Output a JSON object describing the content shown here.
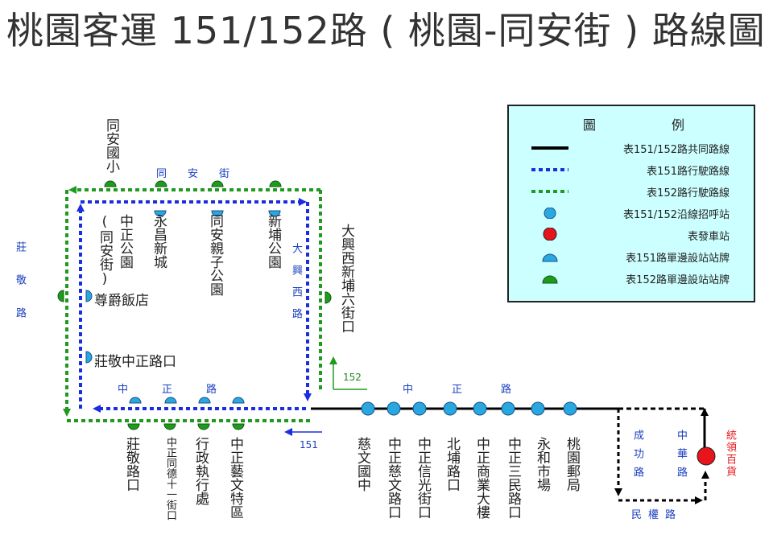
{
  "title": "桃園客運 151/152路 ( 桃園-同安街 ) 路線圖",
  "colors": {
    "shared_route": "#000000",
    "route151": "#1a2de0",
    "route152": "#1f9a1f",
    "stop": "#29a8e0",
    "terminal": "#e8141b",
    "legend_bg": "#ccffff",
    "road_label": "#1a3fbf"
  },
  "legend": {
    "heading_left": "圖",
    "heading_right": "例",
    "items": [
      {
        "symbol": "solid-black-line",
        "label": "表151/152路共同路線"
      },
      {
        "symbol": "blue-dotted-line",
        "label": "表151路行駛路線"
      },
      {
        "symbol": "green-dotted-line",
        "label": "表152路行駛路線"
      },
      {
        "symbol": "blue-circle",
        "label": "表151/152沿線招呼站"
      },
      {
        "symbol": "red-circle",
        "label": "表發車站"
      },
      {
        "symbol": "blue-half-circle",
        "label": "表151路單邊設站站牌"
      },
      {
        "symbol": "green-half-circle",
        "label": "表152路單邊設站站牌"
      }
    ]
  },
  "roads": {
    "tongan": "同安街",
    "zhuangjing": "莊敬路",
    "daxingxi": "大興西路",
    "zhongzheng_west": "中正路",
    "zhongzheng_east": "中正路",
    "chenggong": "成功路",
    "zhonghua": "中華路",
    "minquan": "民權路"
  },
  "direction_labels": {
    "r152": "152",
    "r151": "151"
  },
  "stops": {
    "tongan_elem": "同安國小",
    "zhongzheng_park": "中正公園",
    "zhongzheng_park_note": "(同安街)",
    "yongchang": "永昌新城",
    "tongan_park": "同安親子公園",
    "xinpu_park": "新埔公園",
    "daxing_xinpu6": "大興西新埔六街口",
    "hotel": "尊爵飯店",
    "zhuangjing_zz": "莊敬中正路口",
    "zhuangjing_rd": "莊敬路口",
    "tongde11": "中正同德十一街口",
    "admin_exec": "行政執行處",
    "arts_district": "中正藝文特區",
    "ciwen_jh": "慈文國中",
    "zz_ciwen": "中正慈文路口",
    "zz_xinguang": "中正信光街口",
    "beipu": "北埔路口",
    "zz_commercial": "中正商業大樓",
    "zz_sanmin": "中正三民路口",
    "yonghe_market": "永和市場",
    "post_office": "桃園郵局",
    "terminal": "統領百貨"
  }
}
